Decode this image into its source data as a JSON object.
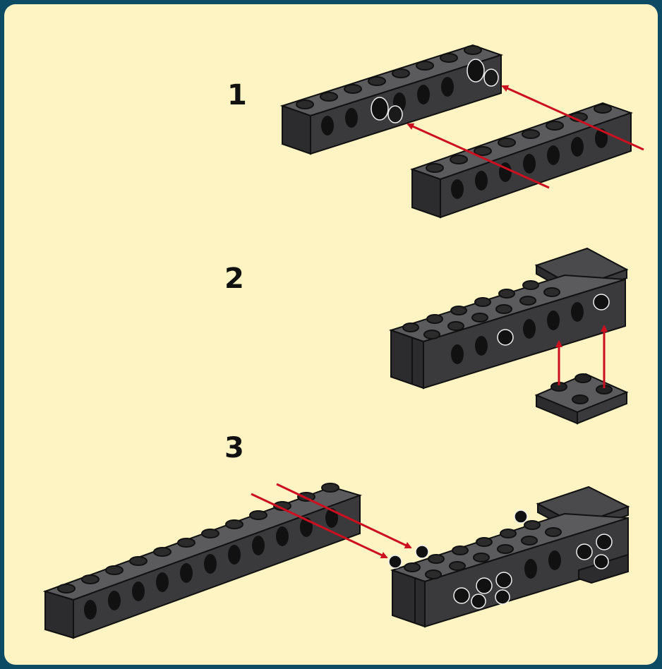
{
  "steps": [
    {
      "number": "1"
    },
    {
      "number": "2"
    },
    {
      "number": "3"
    }
  ],
  "colors": {
    "frame": "#0d4a63",
    "background": "#fdf3c3",
    "brick_front": "#3a3a3c",
    "brick_top": "#5b5b5e",
    "arrow": "#cc1020"
  },
  "icons": [
    "technic-beam",
    "plate-2x2",
    "tile-2x2",
    "connector-pin",
    "assembly-arrow"
  ]
}
